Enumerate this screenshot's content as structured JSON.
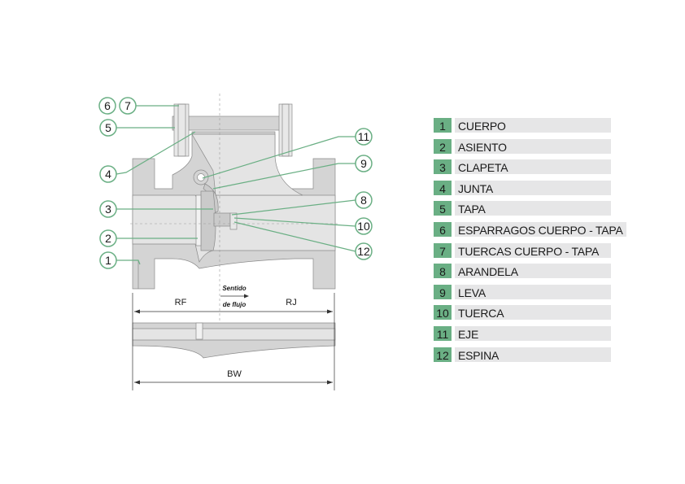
{
  "diagram": {
    "callouts": [
      "1",
      "2",
      "3",
      "4",
      "5",
      "6",
      "7",
      "8",
      "9",
      "10",
      "11",
      "12"
    ],
    "dimensions": {
      "rf": "RF",
      "rj": "RJ",
      "bw": "BW",
      "flow_line1": "Sentido",
      "flow_line2": "de flujo"
    }
  },
  "legend": [
    {
      "num": "1",
      "label": "CUERPO"
    },
    {
      "num": "2",
      "label": "ASIENTO"
    },
    {
      "num": "3",
      "label": "CLAPETA"
    },
    {
      "num": "4",
      "label": "JUNTA"
    },
    {
      "num": "5",
      "label": "TAPA"
    },
    {
      "num": "6",
      "label": "ESPARRAGOS CUERPO - TAPA"
    },
    {
      "num": "7",
      "label": "TUERCAS CUERPO - TAPA"
    },
    {
      "num": "8",
      "label": "ARANDELA"
    },
    {
      "num": "9",
      "label": "LEVA"
    },
    {
      "num": "10",
      "label": "TUERCA"
    },
    {
      "num": "11",
      "label": "EJE"
    },
    {
      "num": "12",
      "label": "ESPINA"
    }
  ],
  "colors": {
    "accent": "#6aaf84",
    "body": "#d4d4d4",
    "bore": "#e4e4e4"
  }
}
